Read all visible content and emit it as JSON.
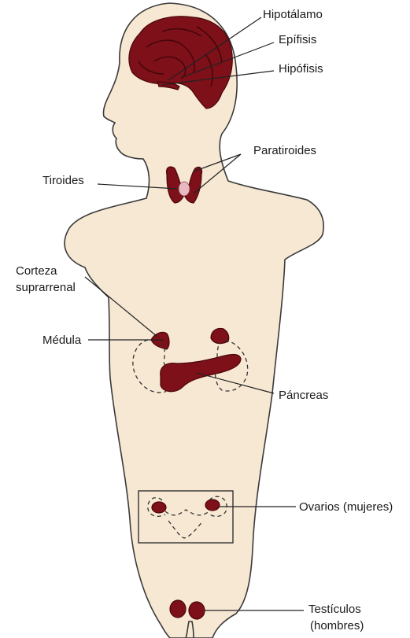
{
  "labels": {
    "hipotalamo": "Hipotálamo",
    "epifisis": "Epífisis",
    "hipofisis": "Hipófisis",
    "paratiroides": "Paratiroides",
    "tiroides": "Tiroides",
    "corteza_line1": "Corteza",
    "corteza_line2": "suprarrenal",
    "medula": "Médula",
    "pancreas": "Páncreas",
    "ovarios": "Ovarios (mujeres)",
    "testiculos_line1": "Testículos",
    "testiculos_line2": "(hombres)"
  },
  "colors": {
    "skin": "#f7e8d4",
    "gland": "#7d1018",
    "thyroid_highlight": "#e8b9c0"
  }
}
